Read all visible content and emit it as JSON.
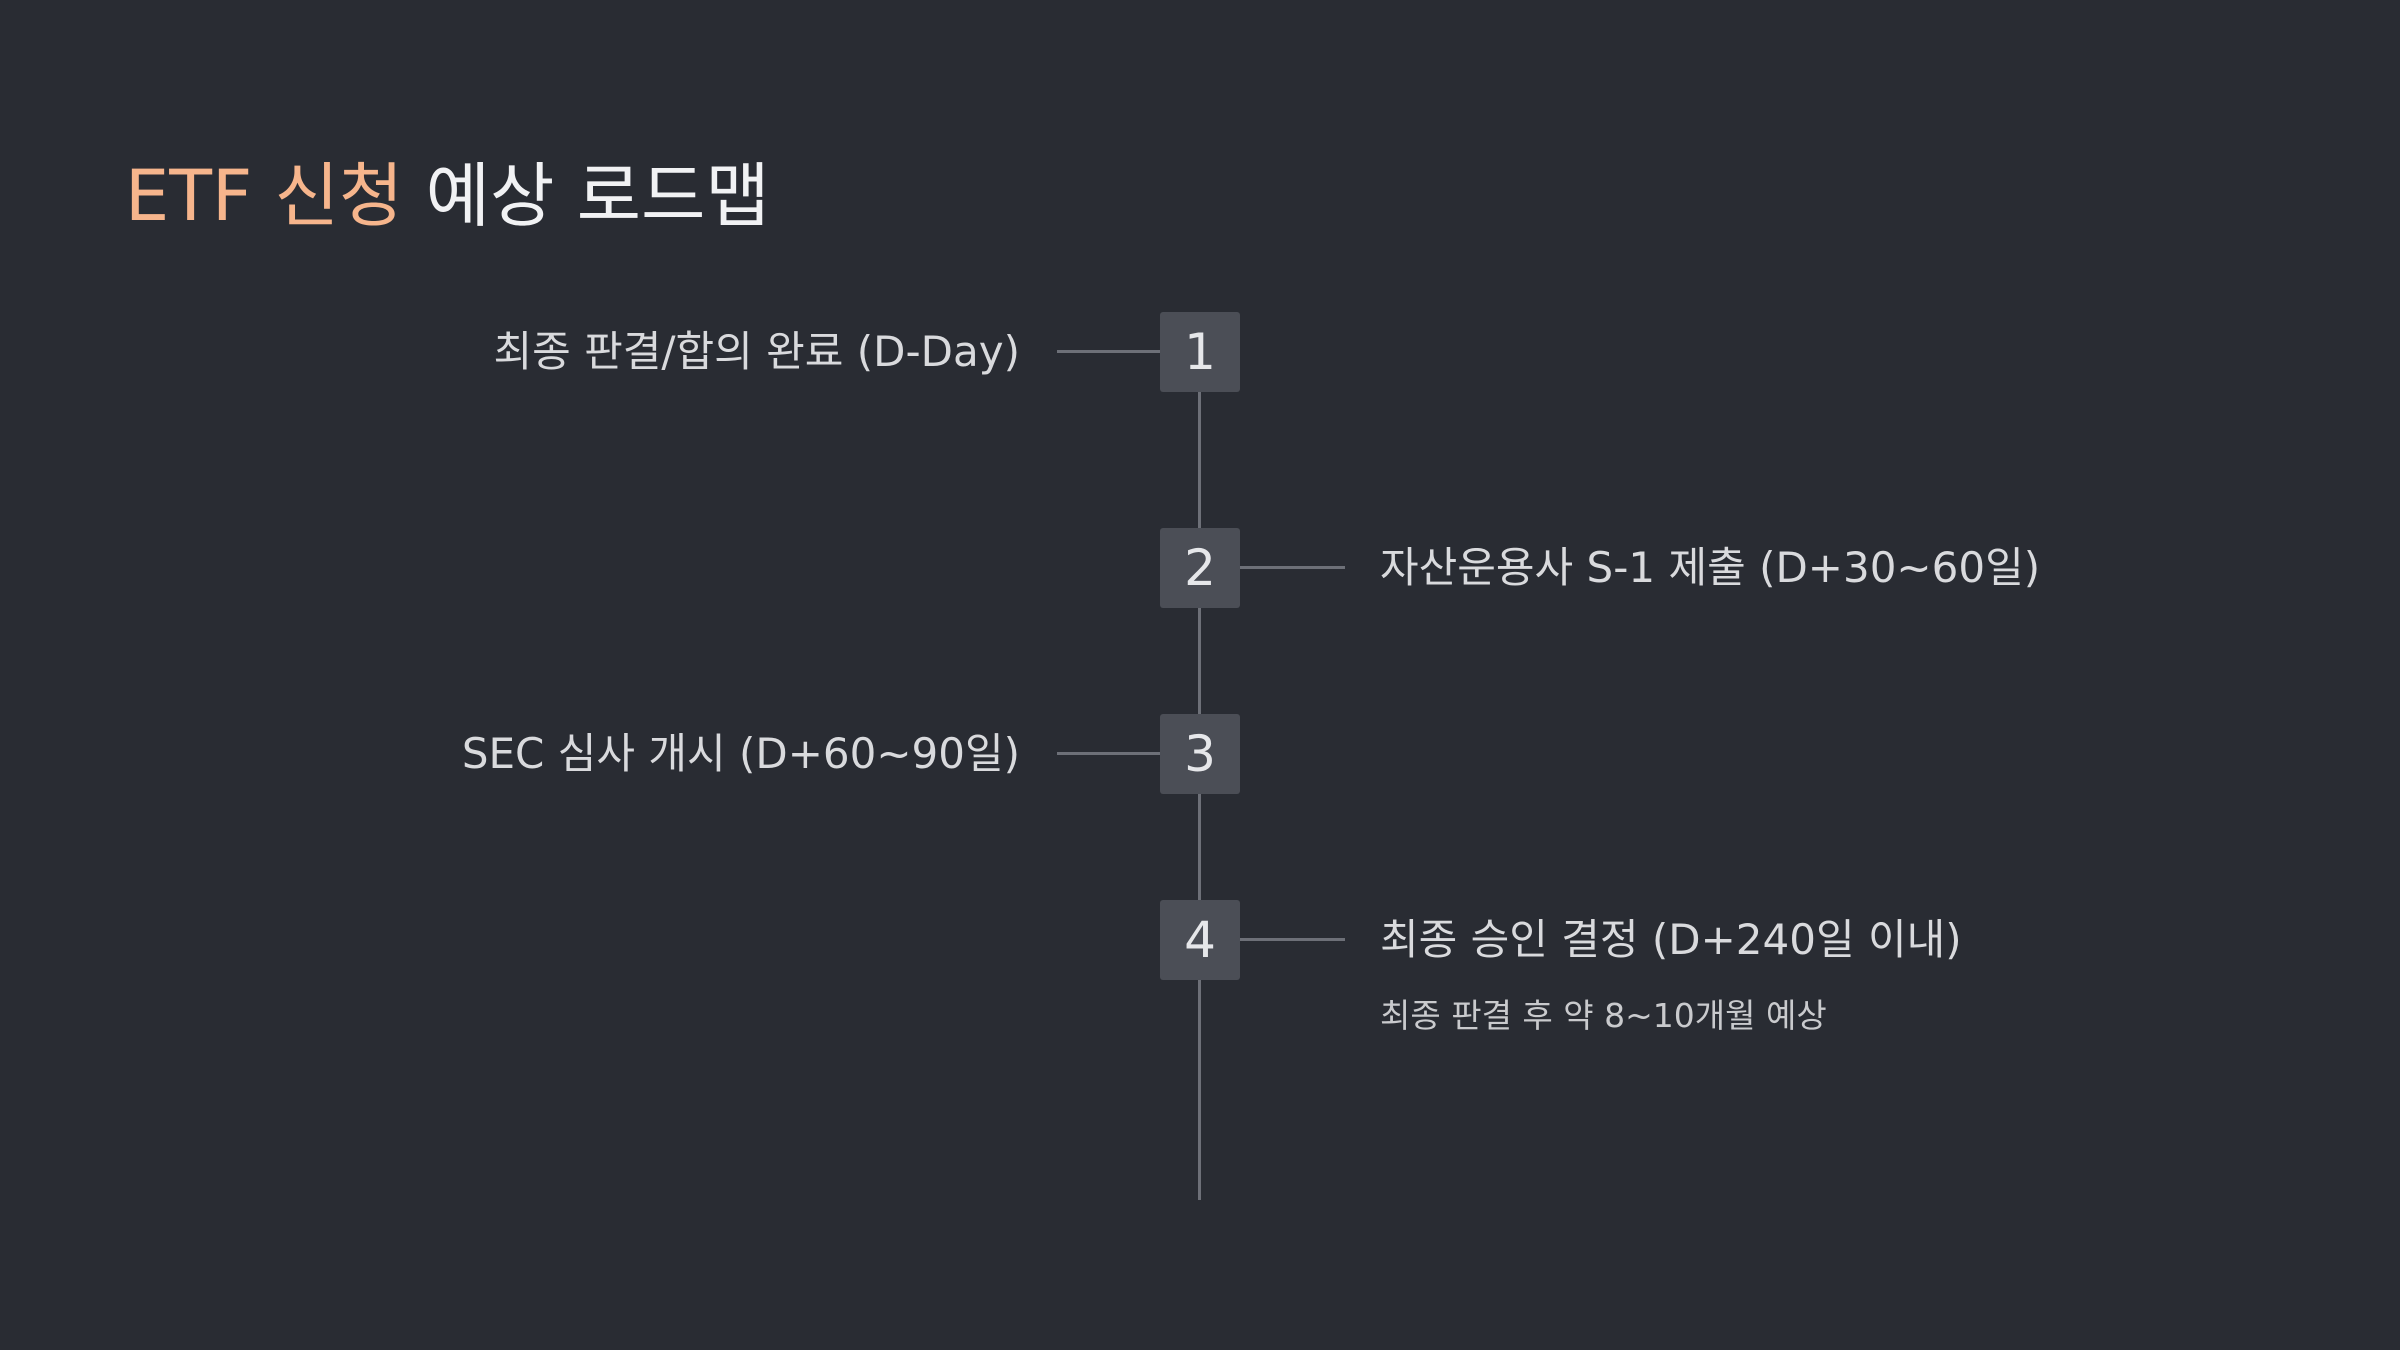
{
  "title": {
    "accent": "ETF 신청",
    "rest": " 예상 로드맵"
  },
  "steps": [
    {
      "number": "1",
      "label": "최종 판결/합의 완료 (D-Day)",
      "side": "left"
    },
    {
      "number": "2",
      "label": "자산운용사 S-1 제출 (D+30~60일)",
      "side": "right"
    },
    {
      "number": "3",
      "label": "SEC 심사 개시 (D+60~90일)",
      "side": "left"
    },
    {
      "number": "4",
      "label": "최종 승인 결정 (D+240일 이내)",
      "side": "right",
      "sublabel": "최종 판결 후 약 8~10개월 예상"
    }
  ],
  "colors": {
    "background": "#292c33",
    "accent": "#f6b58c",
    "box": "#4b4e56",
    "line": "#6d7078"
  }
}
